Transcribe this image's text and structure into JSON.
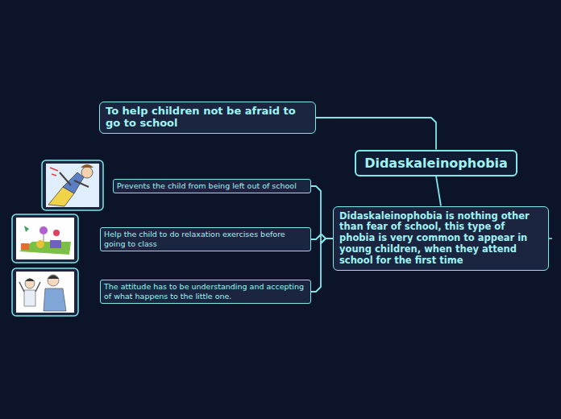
{
  "diagram": {
    "nodes": [
      {
        "text": [
          "Didaskaleinophobia"
        ]
      },
      {
        "text": [
          "To help children not be afraid to go to school"
        ]
      },
      {
        "text": [
          "Didaskaleinophobia is nothing other than fear of school, this type of phobia is very common to appear in young children, when they attend school for the first time"
        ]
      },
      {
        "text": [
          "Prevents the child from being left out of school"
        ]
      },
      {
        "text": [
          "Help the child to do relaxation exercises before going to class"
        ]
      },
      {
        "text": [
          "The attitude has to be understanding and accepting of what happens to the little one."
        ]
      }
    ],
    "edges": [
      {
        "from": 0,
        "to": 1,
        "arrow": "to"
      },
      {
        "from": 0,
        "to": 2,
        "arrow": "none"
      },
      {
        "from": 2,
        "to": 3,
        "arrow": "none"
      },
      {
        "from": 2,
        "to": 4,
        "arrow": "none"
      },
      {
        "from": 2,
        "to": 5,
        "arrow": "none"
      }
    ]
  }
}
